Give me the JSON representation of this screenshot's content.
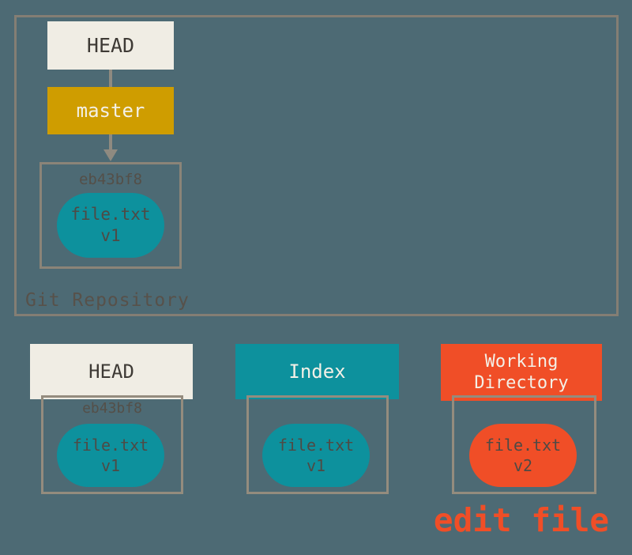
{
  "colors": {
    "background": "#4d6a74",
    "outer_box_border": "#847e74",
    "inner_box_border": "#948c7e",
    "cream": "#f0ede4",
    "gold": "#cf9d00",
    "teal": "#0d919d",
    "red_orange": "#f04e27",
    "dark_text": "#3e3a35",
    "muted_label_text": "#544f48",
    "light_text": "#f3f0e7",
    "arrow": "#8f8a80"
  },
  "repository": {
    "label": "Git Repository",
    "head_label": "HEAD",
    "branch_label": "master",
    "commit": {
      "hash": "eb43bf8",
      "file": "file.txt",
      "version": "v1"
    }
  },
  "areas": {
    "head": {
      "title": "HEAD",
      "hash": "eb43bf8",
      "file": "file.txt",
      "version": "v1"
    },
    "index": {
      "title": "Index",
      "file": "file.txt",
      "version": "v1"
    },
    "working_directory": {
      "title": "Working Directory",
      "file": "file.txt",
      "version": "v2"
    }
  },
  "annotation": {
    "text": "edit file"
  }
}
